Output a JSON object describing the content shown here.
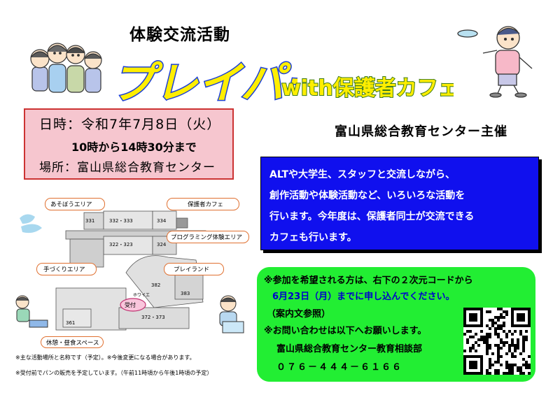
{
  "header": {
    "subtitle": "体験交流活動",
    "title": "プレイパーク",
    "title_with": "with保護者カフェ"
  },
  "event_info": {
    "date_line": "日時：令和7年7月8日（火）",
    "time_line": "10時から14時30分まで",
    "place_line": "場所：富山県総合教育センター"
  },
  "organizer": "富山県総合教育センター主催",
  "description": [
    "ALTや大学生、スタッフと交流しながら、",
    "創作活動や体験活動など、いろいろな活動を",
    "行います。今年度は、保護者同士が交流できる",
    "カフェも行います。"
  ],
  "application": {
    "line1": "※参加を希望される方は、右下の２次元コードから",
    "line2": "6月23日（月）までに申し込んでください。",
    "line3": "（案内文参照）",
    "line4": "※お問い合わせは以下へお願いします。",
    "dept": "富山県総合教育センター教育相談部",
    "phone": "０７６－４４４－６１６６"
  },
  "map": {
    "areas": {
      "asobou": "あそぼうエリア",
      "cafe": "保護者カフェ",
      "programming": "プログラミング体験エリア",
      "handmade": "手づくりエリア",
      "playland": "プレイランド",
      "rest": "休憩・昼食スペース",
      "reception": "受付"
    },
    "rooms": {
      "r331": "331",
      "r332": "332・333",
      "r334": "334",
      "r322": "322・323",
      "r324": "324",
      "r382": "382",
      "r383": "383",
      "r361": "361",
      "r372": "372・373",
      "hall": "ホワイエ"
    }
  },
  "notes": {
    "n1": "※主な活動場所と名称です（予定）。※今後変更になる場合があります。",
    "n2": "※受付前でパンの販売を予定しています。（午前11時頃から午後1時頃の予定）"
  },
  "colors": {
    "pink_bg": "#f6c6cf",
    "blue_box": "#1010ee",
    "green_box": "#22ee33",
    "title_yellow": "#ffee00",
    "title_blue": "#1a3fd8"
  }
}
